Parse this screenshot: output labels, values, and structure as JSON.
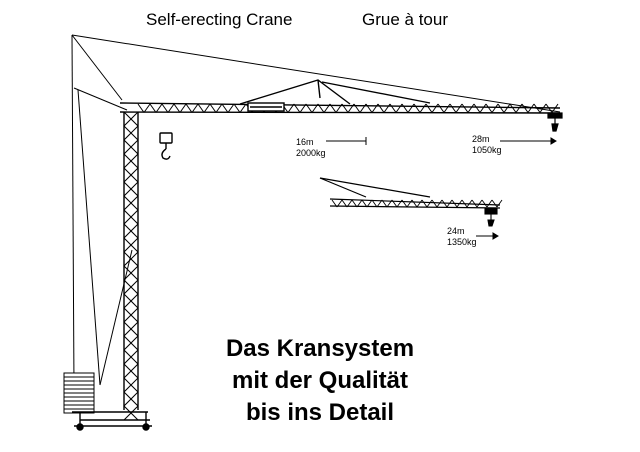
{
  "header": {
    "title_en": "Self-erecting Crane",
    "title_fr": "Grue à tour"
  },
  "configurations": [
    {
      "radius": "16m",
      "load": "2000kg"
    },
    {
      "radius": "28m",
      "load": "1050kg"
    },
    {
      "radius": "24m",
      "load": "1350kg"
    }
  ],
  "slogan": {
    "line1": "Das Kransystem",
    "line2": "mit der Qualität",
    "line3": "bis ins Detail"
  },
  "colors": {
    "ink": "#000000",
    "background": "#ffffff"
  }
}
